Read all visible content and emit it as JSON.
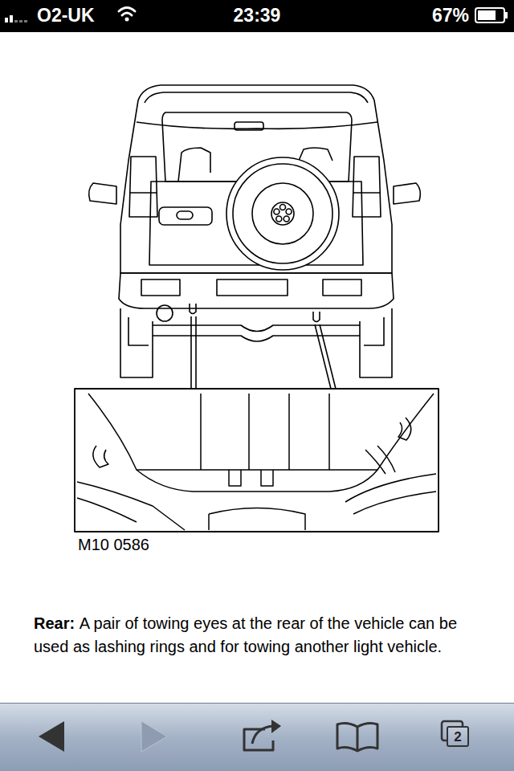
{
  "diagram": {
    "nodes": [
      {
        "text": [
          "2"
        ]
      }
    ],
    "labels": [
      "O2-UK",
      "23:39",
      "67%",
      "M10 0586",
      "Rear:",
      "A pair of towing eyes at the rear of the vehicle can be used as lashing rings and for towing another light vehicle."
    ]
  }
}
